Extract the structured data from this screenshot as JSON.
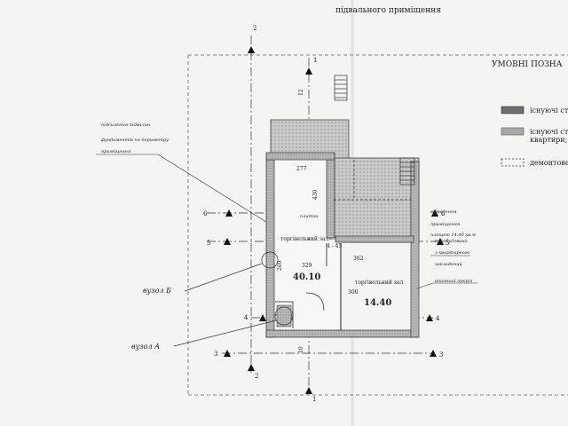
{
  "header": {
    "title": "підвального приміщення"
  },
  "legend": {
    "title": "УМОВНІ ПОЗНА",
    "items": [
      {
        "label": "існуючі сто",
        "swatch": "#6e6e6e"
      },
      {
        "label": "існуючі сто",
        "label2": "квартири;",
        "swatch": "#a8a8a8"
      },
      {
        "label": "демонтова",
        "swatch": "dashed"
      }
    ]
  },
  "rooms": [
    {
      "name": "торгівельний зал",
      "area": "40.10"
    },
    {
      "name": "торгівельний зал",
      "area": "14.40"
    }
  ],
  "dimensions": [
    "277",
    "430",
    "329",
    "362",
    "4 - 45",
    "300",
    "260",
    "10",
    "12"
  ],
  "axis_labels": [
    "2",
    "2",
    "1",
    "1",
    "6",
    "6",
    "5",
    "5",
    "4",
    "4",
    "3",
    "3"
  ],
  "node_labels": {
    "b": "вузол Б",
    "a": "вузол А"
  },
  "annotations": {
    "left": [
      "підсилення підвалин",
      "фундаментів по периметру",
      "приміщення"
    ],
    "right1": [
      "відведення",
      "приміщення",
      "площею 14.40 кв.м",
      "перебудовано",
      "з квартирного"
    ],
    "right2": [
      "закладений",
      "віконний проріз"
    ],
    "small": "плитка"
  },
  "colors": {
    "existing_wall": "#6e6e6e",
    "apartment_wall": "#a8a8a8",
    "line": "#222222"
  }
}
